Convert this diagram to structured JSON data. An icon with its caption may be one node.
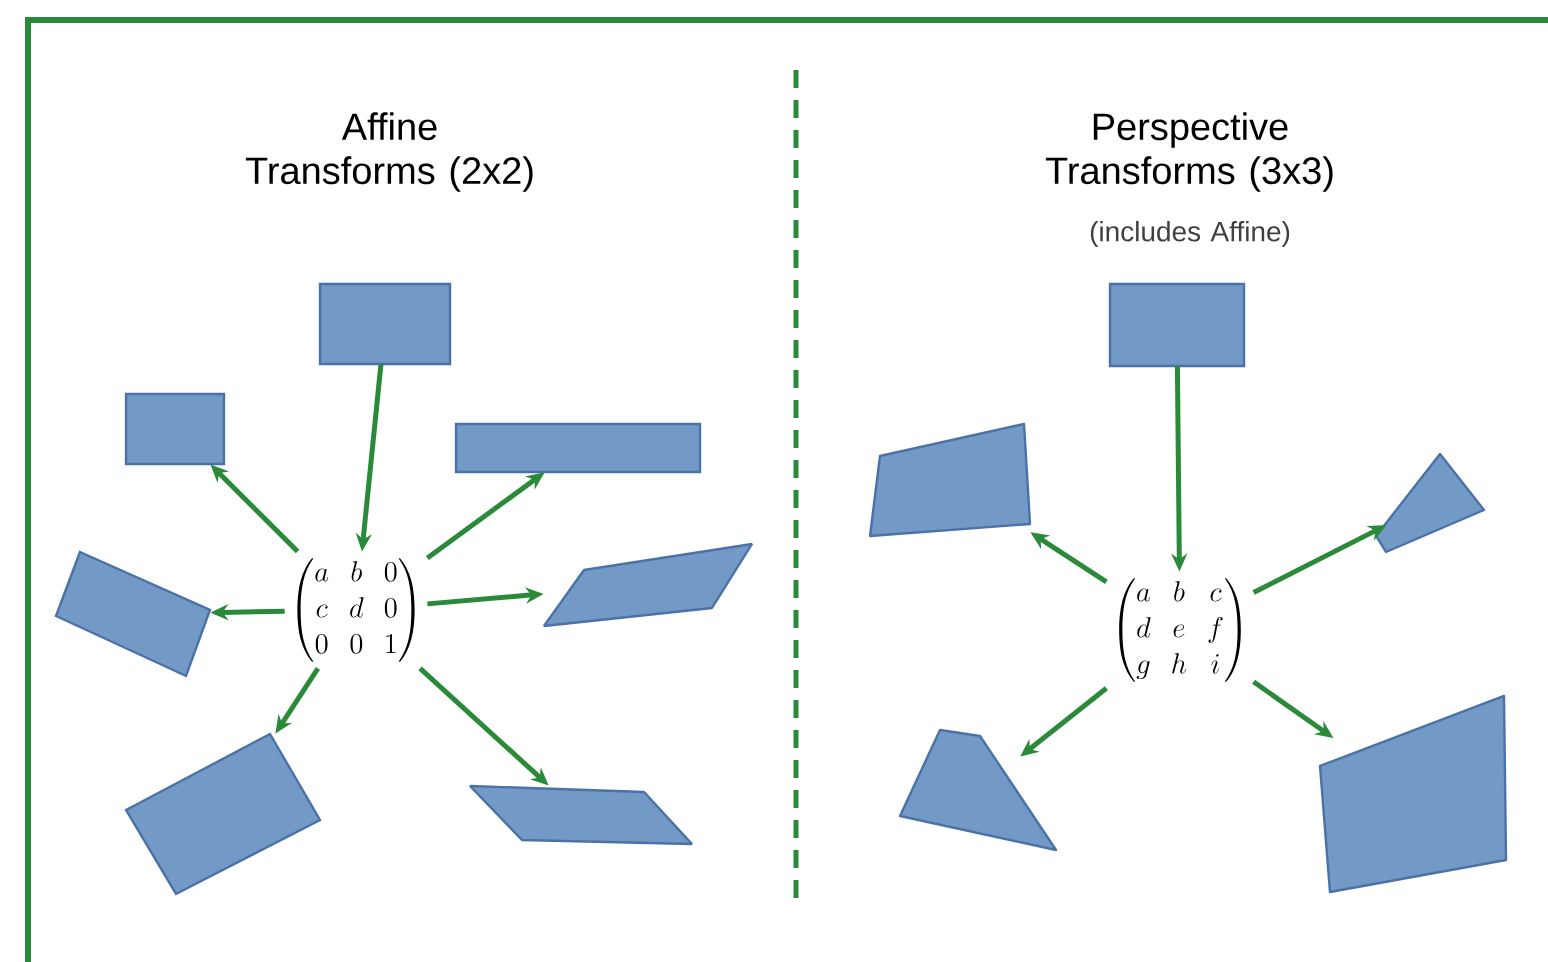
{
  "diagram": {
    "nodes": [
      {
        "text": [],
        "shape": "box"
      },
      {
        "text": [],
        "shape": "box"
      },
      {
        "text": [],
        "shape": "box"
      },
      {
        "text": [
          "\\begin{pmatrix} a & b & 0 \\\\ c & d & 0 \\\\ 0 & 0 & 1 \\end{pmatrix}"
        ]
      },
      {
        "text": [],
        "shape": "box"
      },
      {
        "text": [],
        "shape": "parallelogram"
      },
      {
        "text": [],
        "shape": "box"
      },
      {
        "text": [],
        "shape": "parallelogram"
      },
      {
        "text": [],
        "shape": "box"
      },
      {
        "text": [],
        "shape": "quadrilateral"
      },
      {
        "text": [],
        "shape": "quadrilateral"
      },
      {
        "text": [
          "\\begin{pmatrix} a & b & c \\\\ d & e & f \\\\ g & h & i \\end{pmatrix}"
        ]
      },
      {
        "text": [],
        "shape": "quadrilateral"
      },
      {
        "text": [],
        "shape": "quadrilateral"
      }
    ],
    "edges": [
      {
        "from": 0,
        "to": 3,
        "arrow": "to"
      },
      {
        "from": 3,
        "to": 1,
        "arrow": "to"
      },
      {
        "from": 3,
        "to": 2,
        "arrow": "to"
      },
      {
        "from": 3,
        "to": 4,
        "arrow": "to"
      },
      {
        "from": 3,
        "to": 5,
        "arrow": "to"
      },
      {
        "from": 3,
        "to": 6,
        "arrow": "to"
      },
      {
        "from": 3,
        "to": 7,
        "arrow": "to"
      },
      {
        "from": 8,
        "to": 11,
        "arrow": "to"
      },
      {
        "from": 11,
        "to": 9,
        "arrow": "to"
      },
      {
        "from": 11,
        "to": 10,
        "arrow": "to"
      },
      {
        "from": 11,
        "to": 12,
        "arrow": "to"
      },
      {
        "from": 11,
        "to": 13,
        "arrow": "to"
      }
    ],
    "labels": [
      "Affine Transforms (2x2)",
      "Perspective Transforms (3x3)",
      "(includes Affine)"
    ]
  }
}
